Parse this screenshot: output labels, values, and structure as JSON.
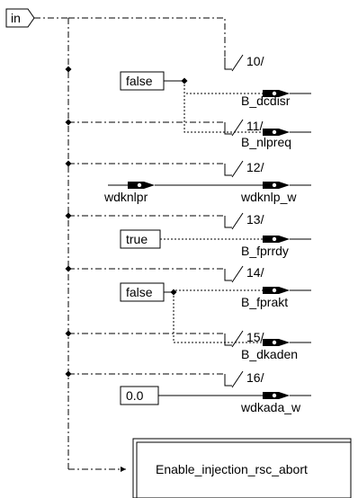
{
  "input_port": {
    "label": "in"
  },
  "steps": [
    {
      "number": "10/",
      "source_label": "false",
      "output_label": "B_dcdisr"
    },
    {
      "number": "11/",
      "source_label": "",
      "output_label": "B_nlpreq"
    },
    {
      "number": "12/",
      "source_label": "wdknlpr",
      "output_label": "wdknlp_w"
    },
    {
      "number": "13/",
      "source_label": "true",
      "output_label": "B_fprrdy"
    },
    {
      "number": "14/",
      "source_label": "false",
      "output_label": "B_fprakt"
    },
    {
      "number": "15/",
      "source_label": "",
      "output_label": "B_dkaden"
    },
    {
      "number": "16/",
      "source_label": "0.0",
      "output_label": "wdkada_w"
    }
  ],
  "target_block": {
    "label": "Enable_injection_rsc_abort"
  }
}
